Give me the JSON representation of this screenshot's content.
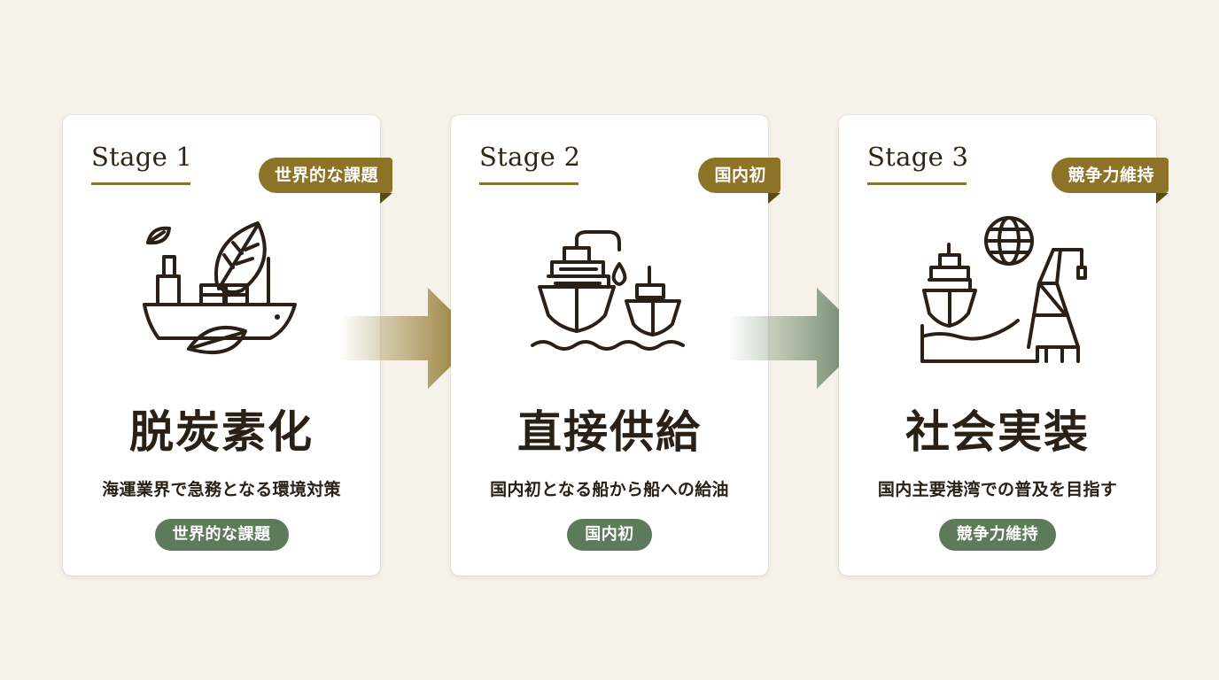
{
  "stages": [
    {
      "stage_label": "Stage 1",
      "ribbon": "世界的な課題",
      "title": "脱炭素化",
      "description": "海運業界で急務となる環境対策",
      "pill": "世界的な課題",
      "icon": "ship-leaf-icon"
    },
    {
      "stage_label": "Stage 2",
      "ribbon": "国内初",
      "title": "直接供給",
      "description": "国内初となる船から船への給油",
      "pill": "国内初",
      "icon": "ship-to-ship-fuel-icon"
    },
    {
      "stage_label": "Stage 3",
      "ribbon": "競争力維持",
      "title": "社会実装",
      "description": "国内主要港湾での普及を目指す",
      "pill": "競争力維持",
      "icon": "port-globe-crane-icon"
    }
  ],
  "arrows": [
    {
      "icon": "arrow-right-icon",
      "color": "#8d7327"
    },
    {
      "icon": "arrow-right-icon",
      "color": "#5d7a5b"
    }
  ],
  "colors": {
    "background": "#f6f2ea",
    "gold": "#8d7327",
    "green": "#5d7a5b",
    "ink": "#2a2015"
  }
}
